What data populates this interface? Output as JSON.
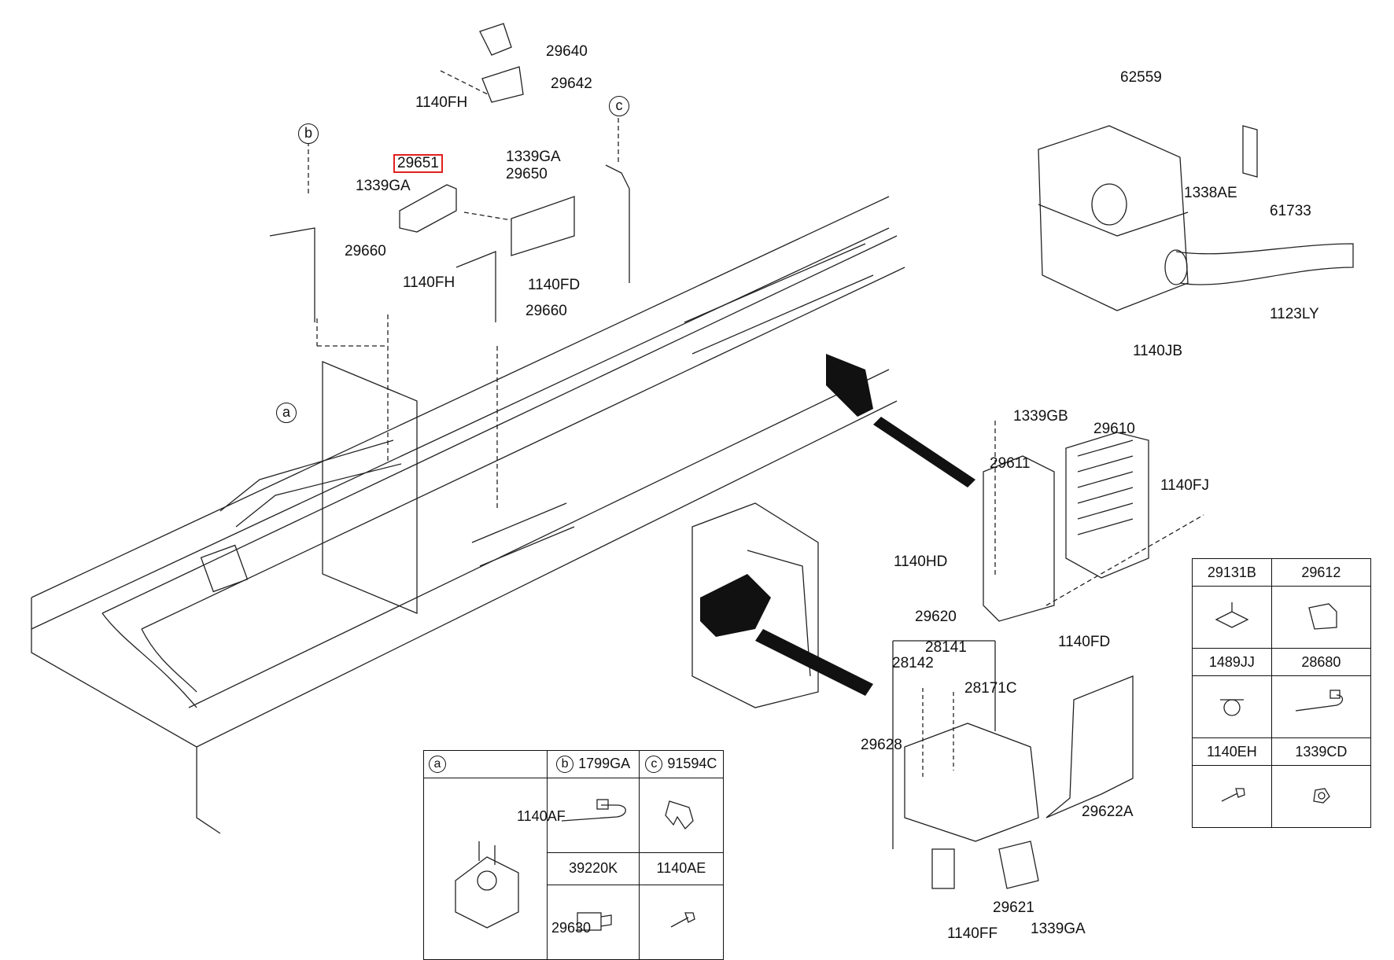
{
  "diagram": {
    "title": "Exhaust after-treatment / SCR parts layout",
    "highlight_color": "#e02020",
    "callouts": {
      "a": "a",
      "b": "b",
      "c": "c"
    },
    "labels": {
      "p29640": "29640",
      "p29642": "29642",
      "p1140FH_top": "1140FH",
      "p1339GA_top": "1339GA",
      "p29650": "29650",
      "p29651": "29651",
      "p1339GA_left": "1339GA",
      "p29660_left": "29660",
      "p1140FH_mid": "1140FH",
      "p1140FD_mid": "1140FD",
      "p29660_mid": "29660",
      "p62559": "62559",
      "p1338AE": "1338AE",
      "p61733": "61733",
      "p1123LY": "1123LY",
      "p1140JB": "1140JB",
      "p1339GB": "1339GB",
      "p29610": "29610",
      "p29611": "29611",
      "p1140FJ": "1140FJ",
      "p1140HD": "1140HD",
      "p29620": "29620",
      "p28141": "28141",
      "p28142": "28142",
      "p28171C": "28171C",
      "p29628": "29628",
      "p1140FD_right": "1140FD",
      "p29622A": "29622A",
      "p29621": "29621",
      "p1140FF": "1140FF",
      "p1339GA_bottom": "1339GA"
    },
    "detail_table": {
      "a_label": "a",
      "a_part_1": "1140AF",
      "a_part_2": "29630",
      "b_label": "b",
      "b_part": "1799GA",
      "c_label": "c",
      "c_part": "91594C",
      "row2_left": "39220K",
      "row2_right": "1140AE"
    },
    "side_table": [
      [
        "29131B",
        "29612"
      ],
      [
        "1489JJ",
        "28680"
      ],
      [
        "1140EH",
        "1339CD"
      ]
    ]
  }
}
